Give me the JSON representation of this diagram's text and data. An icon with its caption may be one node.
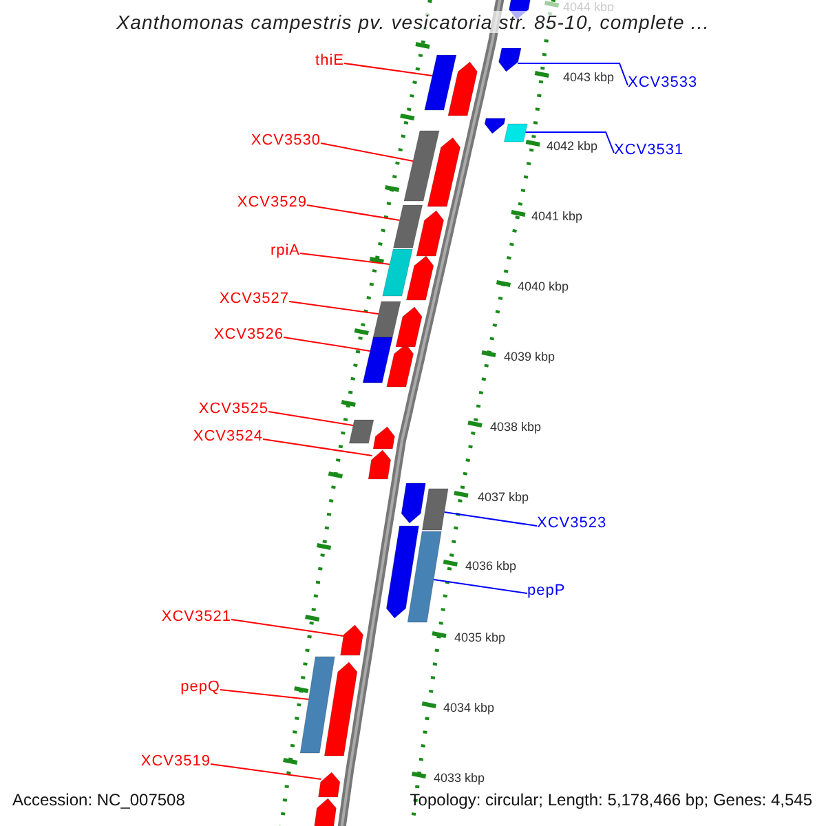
{
  "diagram": {
    "title": "Xanthomonas campestris pv. vesicatoria str. 85-10, complete ...",
    "nodes": [
      {
        "text": [
          "thiE"
        ]
      },
      {
        "text": [
          "XCV3533"
        ]
      },
      {
        "text": [
          "XCV3530"
        ]
      },
      {
        "text": [
          "XCV3531"
        ]
      },
      {
        "text": [
          "XCV3529"
        ]
      },
      {
        "text": [
          "rpiA"
        ]
      },
      {
        "text": [
          "XCV3527"
        ]
      },
      {
        "text": [
          "XCV3526"
        ]
      },
      {
        "text": [
          "XCV3525"
        ]
      },
      {
        "text": [
          "XCV3524"
        ]
      },
      {
        "text": [
          "XCV3523"
        ]
      },
      {
        "text": [
          "pepP"
        ]
      },
      {
        "text": [
          "XCV3521"
        ]
      },
      {
        "text": [
          "pepQ"
        ]
      },
      {
        "text": [
          "XCV3519"
        ]
      },
      {
        "text": [],
        "shape": "pentagon"
      },
      {
        "text": [],
        "shape": "pentagon"
      },
      {
        "text": [],
        "shape": "bar"
      },
      {
        "text": [],
        "shape": "pentagon"
      },
      {
        "text": [],
        "shape": "pentagon"
      },
      {
        "text": [],
        "shape": "bar"
      },
      {
        "text": [],
        "shape": "bar"
      },
      {
        "text": [],
        "shape": "pentagon"
      },
      {
        "text": [],
        "shape": "bar"
      },
      {
        "text": [],
        "shape": "pentagon"
      },
      {
        "text": [],
        "shape": "bar"
      },
      {
        "text": [],
        "shape": "pentagon"
      },
      {
        "text": [],
        "shape": "bar"
      },
      {
        "text": [],
        "shape": "pentagon"
      },
      {
        "text": [],
        "shape": "bar"
      },
      {
        "text": [],
        "shape": "pentagon"
      },
      {
        "text": [],
        "shape": "bar"
      },
      {
        "text": [],
        "shape": "pentagon"
      },
      {
        "text": [],
        "shape": "pentagon"
      },
      {
        "text": [],
        "shape": "pentagon"
      },
      {
        "text": [],
        "shape": "bar"
      },
      {
        "text": [],
        "shape": "pentagon"
      },
      {
        "text": [],
        "shape": "bar"
      },
      {
        "text": [],
        "shape": "pentagon"
      },
      {
        "text": [],
        "shape": "bar"
      },
      {
        "text": [],
        "shape": "pentagon"
      },
      {
        "text": [],
        "shape": "pentagon"
      },
      {
        "text": [],
        "shape": "pentagon"
      }
    ],
    "edges": [
      {
        "from": 0,
        "to": 17,
        "arrow": "none"
      },
      {
        "from": 1,
        "to": 16,
        "arrow": "none",
        "color": "#0000ff"
      },
      {
        "from": 2,
        "to": 21,
        "arrow": "none"
      },
      {
        "from": 3,
        "to": 20,
        "arrow": "none",
        "color": "#0000ff"
      },
      {
        "from": 4,
        "to": 23,
        "arrow": "none"
      },
      {
        "from": 5,
        "to": 25,
        "arrow": "none"
      },
      {
        "from": 6,
        "to": 27,
        "arrow": "none"
      },
      {
        "from": 7,
        "to": 29,
        "arrow": "none"
      },
      {
        "from": 8,
        "to": 31,
        "arrow": "none"
      },
      {
        "from": 9,
        "to": 33,
        "arrow": "none"
      },
      {
        "from": 10,
        "to": 35,
        "arrow": "none",
        "color": "#0000ff"
      },
      {
        "from": 11,
        "to": 37,
        "arrow": "none",
        "color": "#0000ff"
      },
      {
        "from": 12,
        "to": 38,
        "arrow": "none"
      },
      {
        "from": 13,
        "to": 39,
        "arrow": "none"
      },
      {
        "from": 14,
        "to": 41,
        "arrow": "none"
      }
    ],
    "labels": [
      "4044 kbp",
      "4043 kbp",
      "4042 kbp",
      "4041 kbp",
      "4040 kbp",
      "4039 kbp",
      "4038 kbp",
      "4037 kbp",
      "4036 kbp",
      "4035 kbp",
      "4034 kbp",
      "4033 kbp",
      "Accession: NC_007508",
      "Topology: circular; Length: 5,178,466 bp; Genes: 4,545"
    ]
  }
}
